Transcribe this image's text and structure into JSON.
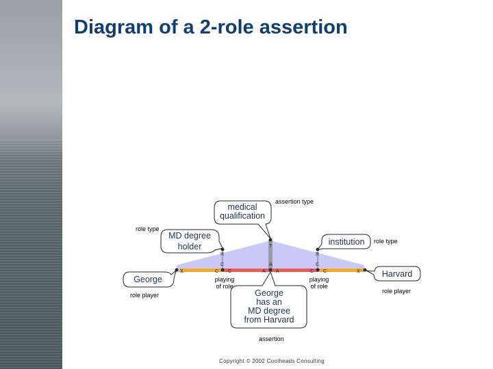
{
  "title": "Diagram of a 2-role assertion",
  "diagram": {
    "bubbles": {
      "assertion_type_line1": "medical",
      "assertion_type_line2": "qualification",
      "role_type_left_line1": "MD degree",
      "role_type_left_line2": "holder",
      "role_type_right": "institution",
      "player_left": "George",
      "player_right": "Harvard",
      "assertion_line1": "George",
      "assertion_line2": "has an",
      "assertion_line3": "MD degree",
      "assertion_line4": "from Harvard"
    },
    "labels": {
      "assertion_type": "assertion type",
      "role_type_left": "role type",
      "role_type_right": "role type",
      "role_player_left": "role player",
      "role_player_right": "role player",
      "playing_of_role_left_1": "playing",
      "playing_of_role_left_2": "of role",
      "playing_of_role_right_1": "playing",
      "playing_of_role_right_2": "of role",
      "assertion": "assertion"
    },
    "node_letters": {
      "t": "T",
      "r_left": "R",
      "r_right": "R",
      "c_left": "C",
      "c_right": "C",
      "a": "A",
      "x_left": "X",
      "x_right": "X",
      "c_left_a": "C",
      "c_left_b": "C",
      "a_left": "A",
      "a_right": "A",
      "c_right_a": "C",
      "c_right_b": "C"
    },
    "colors": {
      "triangle_fill": "#c9c9f7",
      "role_line": "#f5a623",
      "assertion_line": "#ee5a5a",
      "type_stem": "#9a9aa8",
      "node": "#1e2a4a"
    }
  },
  "copyright": "Copyright © 2002 Coolheads Consulting"
}
